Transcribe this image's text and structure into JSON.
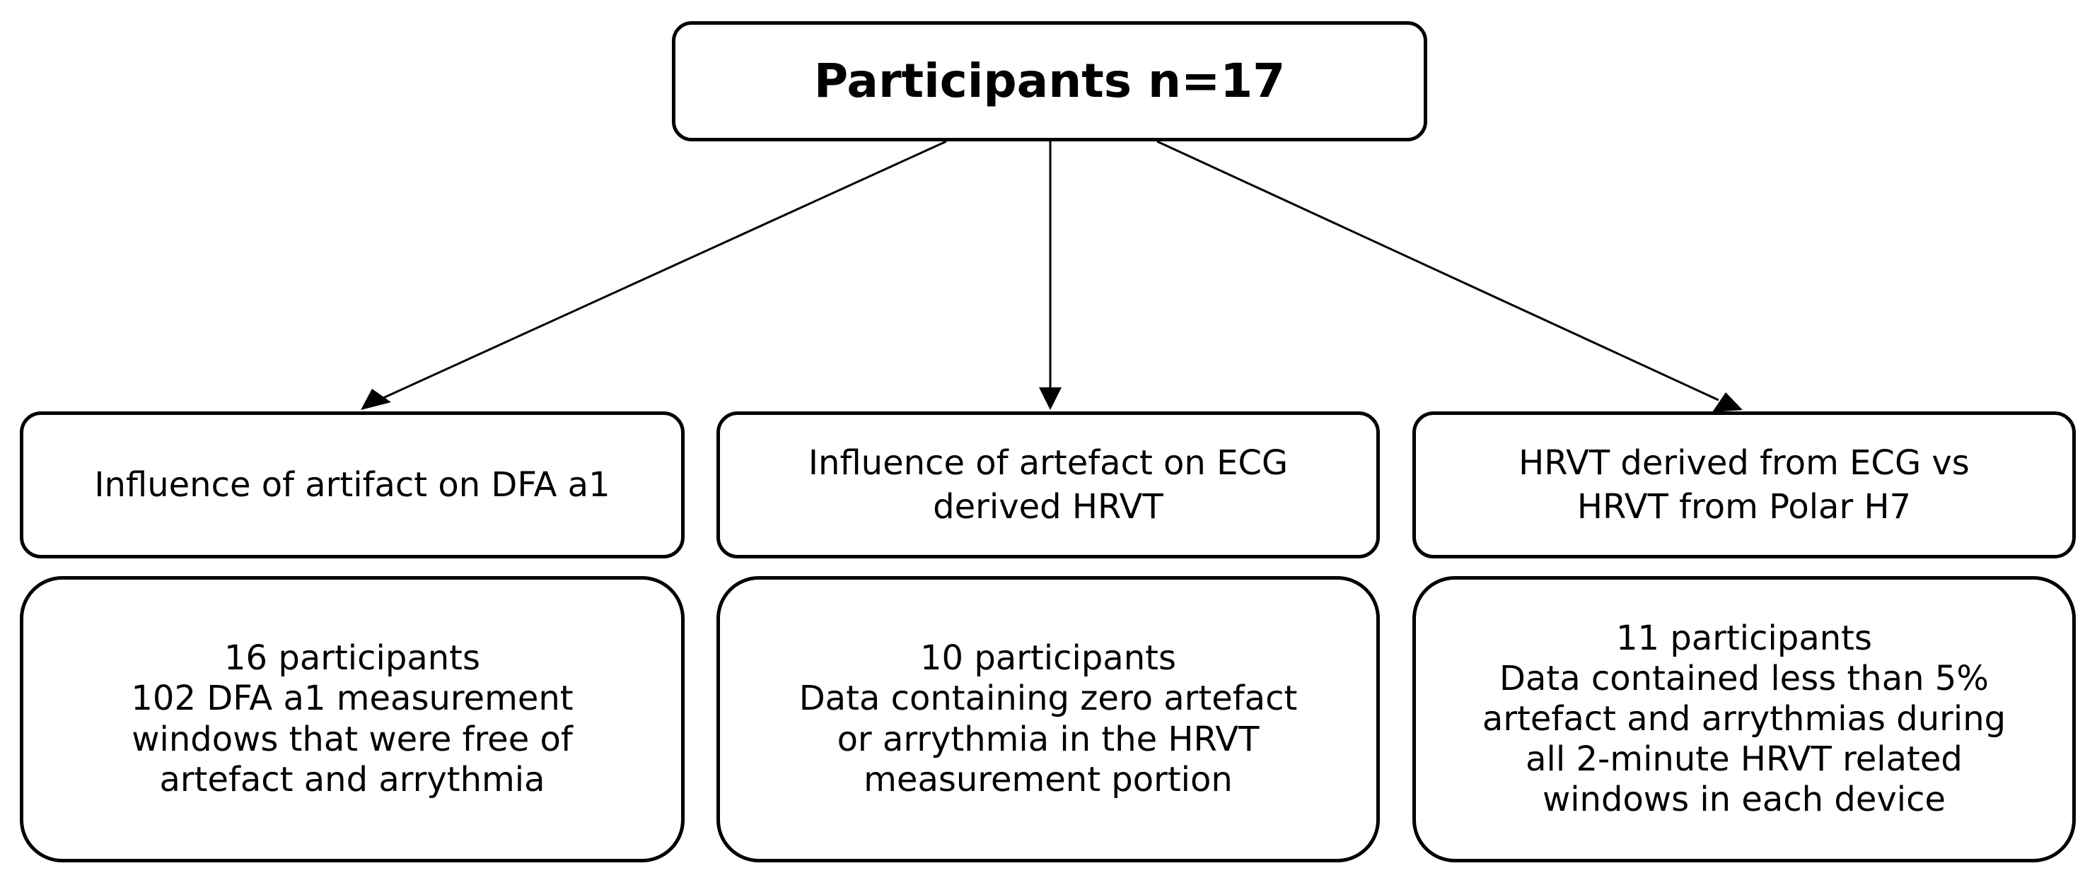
{
  "root": {
    "label": "Participants n=17"
  },
  "branches": [
    {
      "category": "Influence of artifact on DFA a1",
      "details": "16 participants\n102 DFA a1 measurement\nwindows that were free of\nartefact and arrythmia"
    },
    {
      "category": "Influence of artefact on ECG\nderived HRVT",
      "details": "10 participants\nData containing zero artefact\nor arrythmia in the HRVT\nmeasurement portion"
    },
    {
      "category": "HRVT derived from ECG vs\nHRVT from Polar H7",
      "details": "11 participants\nData contained less than 5%\nartefact and arrythmias during\nall 2-minute HRVT related\nwindows in each device"
    }
  ]
}
